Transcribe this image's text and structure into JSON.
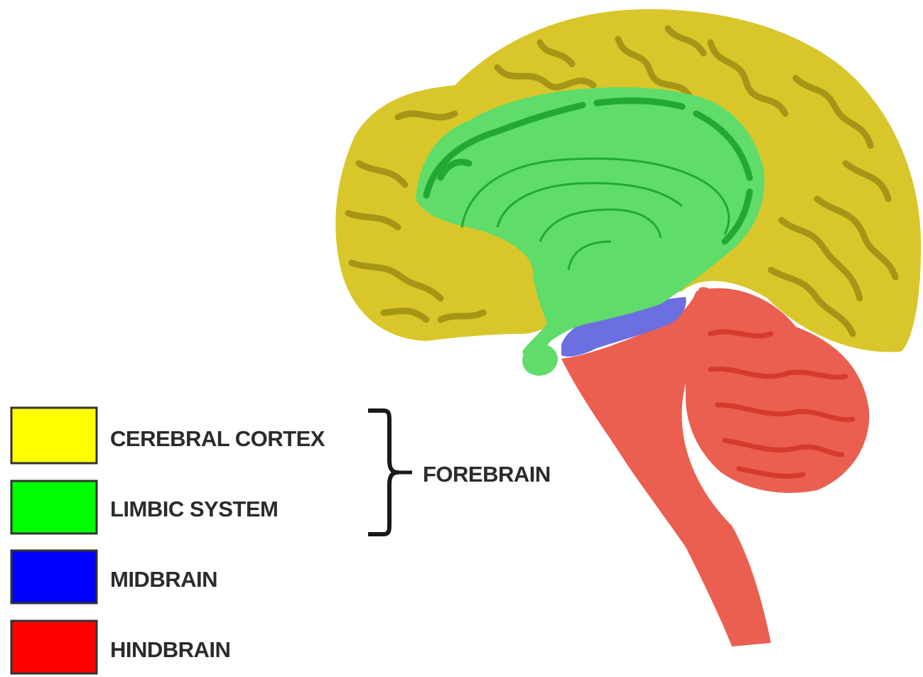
{
  "regions": [
    {
      "id": "cerebral-cortex",
      "label": "CEREBRAL CORTEX",
      "color": "#ffff00",
      "brain_color": "#d9c62b",
      "fold_color": "#a69516"
    },
    {
      "id": "limbic-system",
      "label": "LIMBIC SYSTEM",
      "color": "#00ff00",
      "brain_color": "#5fdc6a",
      "fold_color": "#22a833"
    },
    {
      "id": "midbrain",
      "label": "MIDBRAIN",
      "color": "#0000ff",
      "brain_color": "#6b6fe0",
      "fold_color": "#4548c4"
    },
    {
      "id": "hindbrain",
      "label": "HINDBRAIN",
      "color": "#ff0000",
      "brain_color": "#ea5f50",
      "fold_color": "#d63a2c"
    }
  ],
  "group": {
    "label": "FOREBRAIN"
  }
}
